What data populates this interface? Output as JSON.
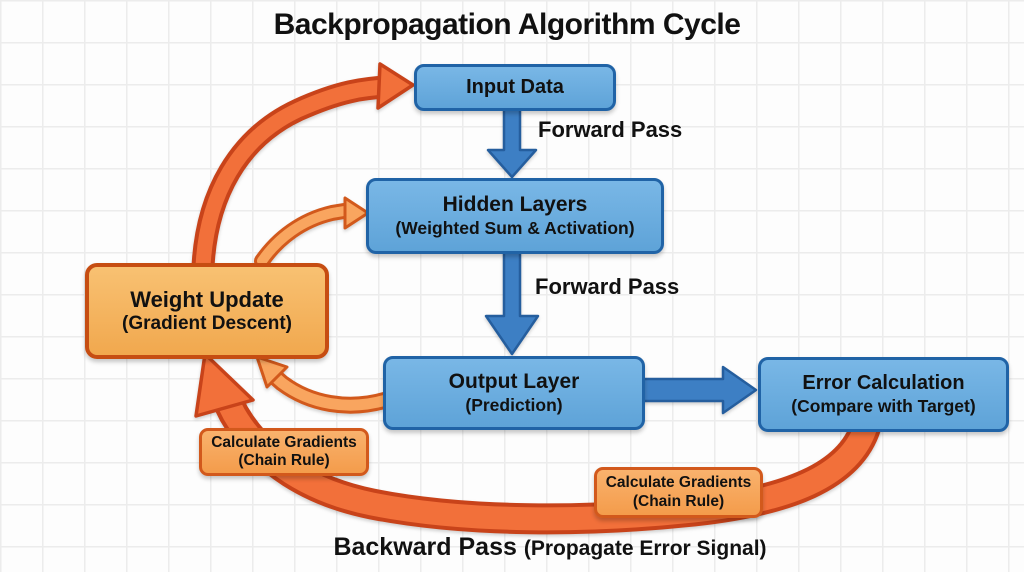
{
  "title": "Backpropagation Algorithm Cycle",
  "nodes": {
    "input_data": {
      "label": "Input Data"
    },
    "hidden_layers": {
      "label": "Hidden Layers",
      "sublabel": "(Weighted Sum & Activation)"
    },
    "output_layer": {
      "label": "Output Layer",
      "sublabel": "(Prediction)"
    },
    "error_calculation": {
      "label": "Error Calculation",
      "sublabel": "(Compare with Target)"
    },
    "weight_update": {
      "label": "Weight Update",
      "sublabel": "(Gradient Descent)"
    },
    "calculate_gradients_left": {
      "label": "Calculate Gradients",
      "sublabel": "(Chain Rule)"
    },
    "calculate_gradients_right": {
      "label": "Calculate Gradients",
      "sublabel": "(Chain Rule)"
    }
  },
  "edge_labels": {
    "forward_pass_1": "Forward Pass",
    "forward_pass_2": "Forward Pass",
    "backward_pass": "Backward Pass",
    "backward_pass_sub": "(Propagate Error Signal)"
  },
  "colors": {
    "background": "#fdfdfd",
    "grid_line": "#ececec",
    "blue_node_fill": "#69aede",
    "blue_node_border": "#2063a6",
    "blue_arrow_fill": "#3d7fc4",
    "blue_arrow_border": "#255e9e",
    "orange_node_fill": "#f5b25e",
    "orange_node_border": "#c64d12",
    "orange_arrow_dark": "#f2703a",
    "orange_arrow_light": "#f9a55f",
    "orange_arrow_outline": "#c8431a",
    "text": "#111111"
  }
}
